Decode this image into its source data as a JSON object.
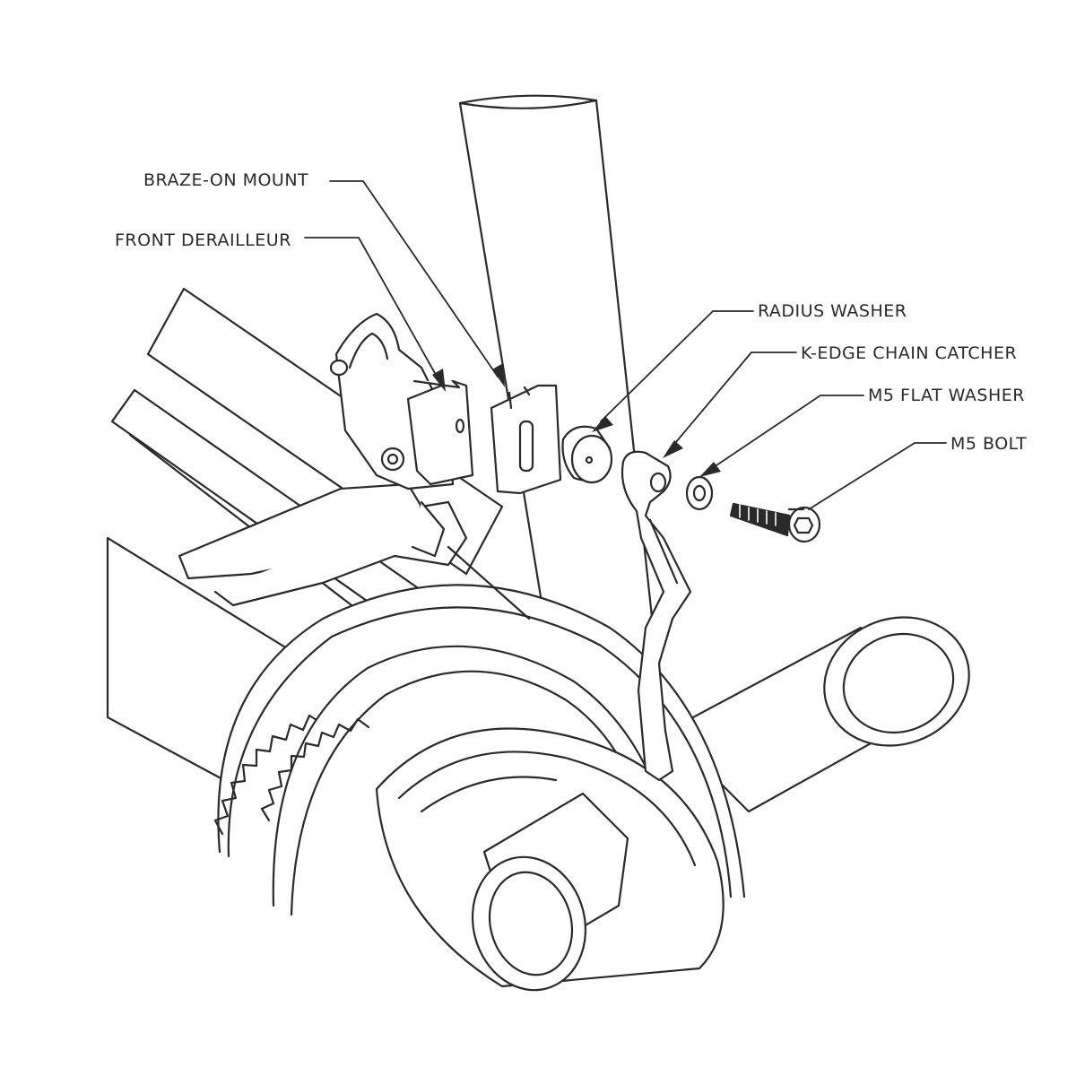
{
  "diagram": {
    "colors": {
      "ink": "#2a2a2a",
      "background": "#ffffff"
    },
    "callouts": {
      "braze_on_mount": "BRAZE-ON MOUNT",
      "front_derailleur": "FRONT DERAILLEUR",
      "radius_washer": "RADIUS WASHER",
      "k_edge_chain_catcher": "K-EDGE CHAIN CATCHER",
      "m5_flat_washer": "M5 FLAT WASHER",
      "m5_bolt": "M5 BOLT"
    }
  }
}
